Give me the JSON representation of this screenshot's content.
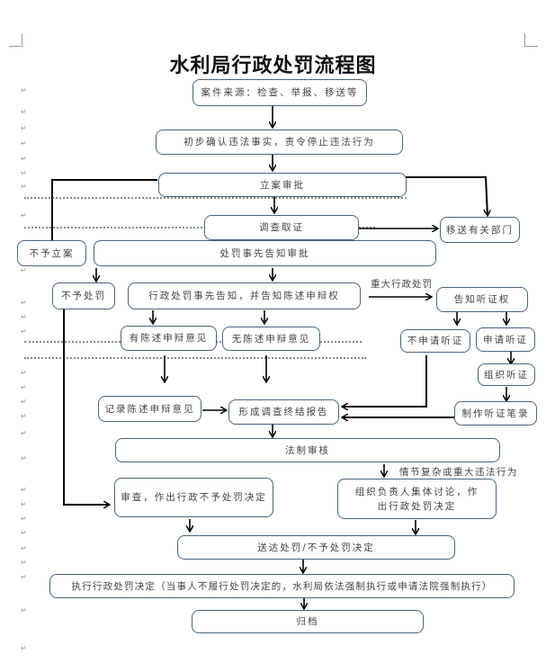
{
  "title": "水利局行政处罚流程图",
  "nodes": {
    "case_source": "案件来源：检查、举报、移送等",
    "preliminary": "初步确认违法事实，责令停止违法行为",
    "filing_approval": "立案审批",
    "investigation": "调查取证",
    "transfer": "移送有关部门",
    "no_filing": "不予立案",
    "prior_notice_approval": "处罚事先告知审批",
    "no_penalty": "不予处罚",
    "prior_notice": "行政处罚事先告知，并告知陈述申辩权",
    "hearing_right": "告知听证权",
    "has_defense": "有陈述申辩意见",
    "no_defense": "无陈述申辩意见",
    "no_hearing": "不申请听证",
    "apply_hearing": "申请听证",
    "organize_hearing": "组织听证",
    "record_defense": "记录陈述申辩意见",
    "final_report": "形成调查终结报告",
    "hearing_record": "制作听证笔录",
    "legal_review": "法制审核",
    "review_no_penalty": "审查，作出行政不予处罚决定",
    "collective_discussion": "组织负责人集体讨论，作出行政处罚决定",
    "deliver": "送达处罚/不予处罚决定",
    "execute": "执行行政处罚决定（当事人不履行处罚决定的，水利局依法强制执行或申请法院强制执行）",
    "archive": "归档"
  },
  "edge_labels": {
    "major_penalty": "重大行政处罚",
    "complex_case": "情节复杂或重大违法行为"
  },
  "paragraph_mark": "↵"
}
